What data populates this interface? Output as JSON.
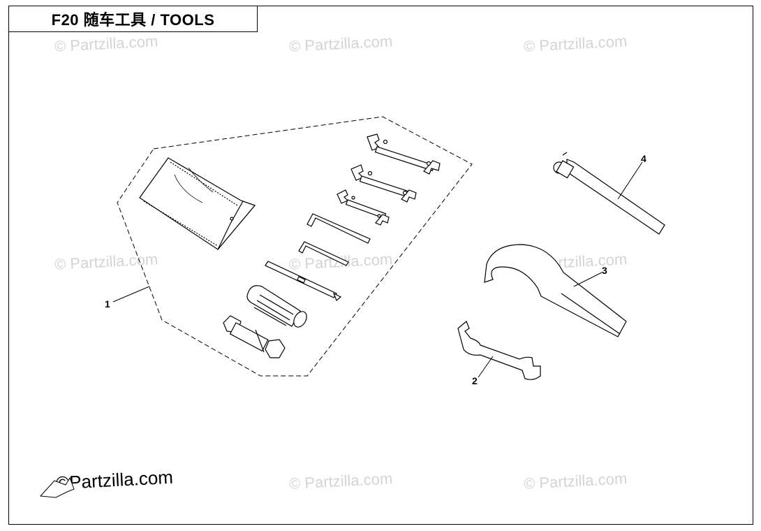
{
  "title": "F20 随车工具 / TOOLS",
  "watermark": "© Partzilla.com",
  "watermark_main": "©Partzilla.com",
  "callouts": [
    "1",
    "2",
    "3",
    "4"
  ]
}
